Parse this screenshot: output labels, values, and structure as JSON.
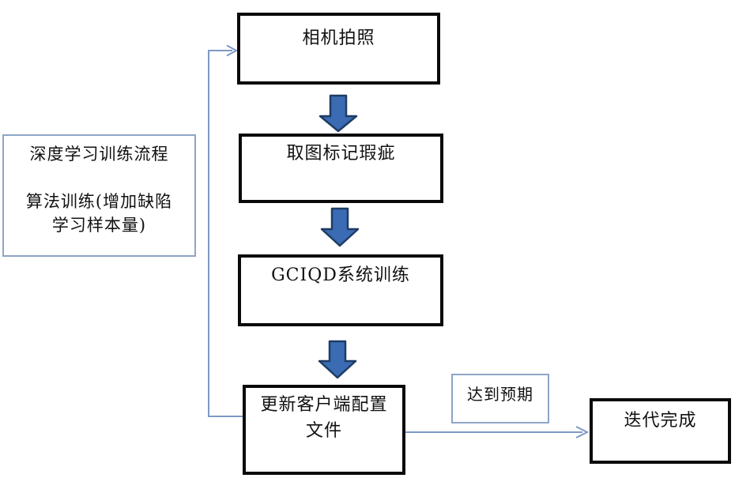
{
  "nodes": {
    "camera": {
      "label": "相机拍照"
    },
    "mark": {
      "label": "取图标记瑕疵"
    },
    "train": {
      "label": "GCIQD系统训练"
    },
    "update": {
      "label": "更新客户端配置\n文件"
    },
    "expect": {
      "label": "达到预期"
    },
    "done": {
      "label": "迭代完成"
    }
  },
  "note": {
    "text": "深度学习训练流程\n\n算法训练(增加缺陷\n学习样本量)"
  },
  "colors": {
    "connector": "#7E99C5",
    "block_fill": "#3A6BB3",
    "block_stroke": "#1E3C64",
    "black_border": "#0a0a0a",
    "light_border": "#8EA5C6",
    "bg": "#ffffff",
    "text": "#111111"
  }
}
